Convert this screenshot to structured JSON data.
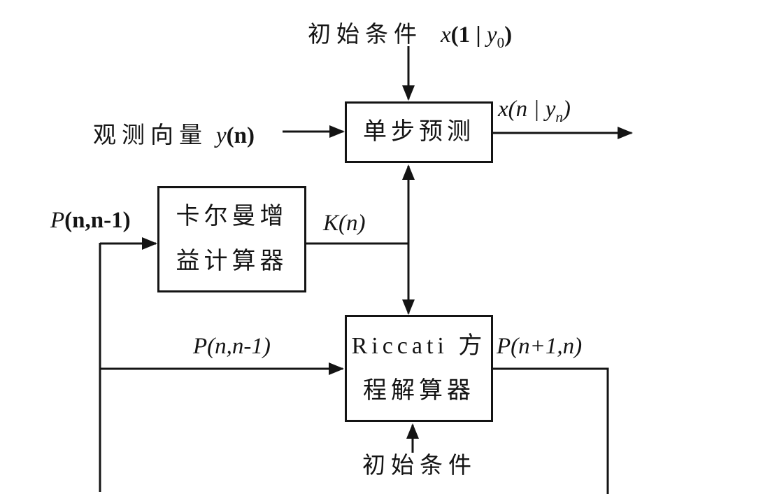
{
  "colors": {
    "background": "#ffffff",
    "ink": "#141414"
  },
  "nodes": {
    "predictor": {
      "label": "单步预测"
    },
    "kalman_gain": {
      "line1": "卡尔曼增",
      "line2": "益计算器"
    },
    "riccati": {
      "line1": "Riccati 方",
      "line2": "程解算器"
    }
  },
  "labels": {
    "initial_top": {
      "cn": "初始条件",
      "math_var": "x",
      "math_open": "(1 | ",
      "math_var2": "y",
      "math_sub": "0",
      "math_close": ")"
    },
    "observation": {
      "cn": "观测向量",
      "math_var": "y",
      "math_args": "(n)"
    },
    "state_output": {
      "math_main": "x(n | y",
      "math_sub": "n",
      "math_close": ")"
    },
    "p_gain_input": {
      "math_var": "P",
      "math_args": "(n,n-1)"
    },
    "k_gain": {
      "math": "K(n)"
    },
    "p_riccati_input": {
      "math": "P(n,n-1)"
    },
    "p_riccati_output": {
      "math": "P(n+1,n)"
    },
    "initial_bottom": {
      "cn": "初始条件"
    }
  }
}
